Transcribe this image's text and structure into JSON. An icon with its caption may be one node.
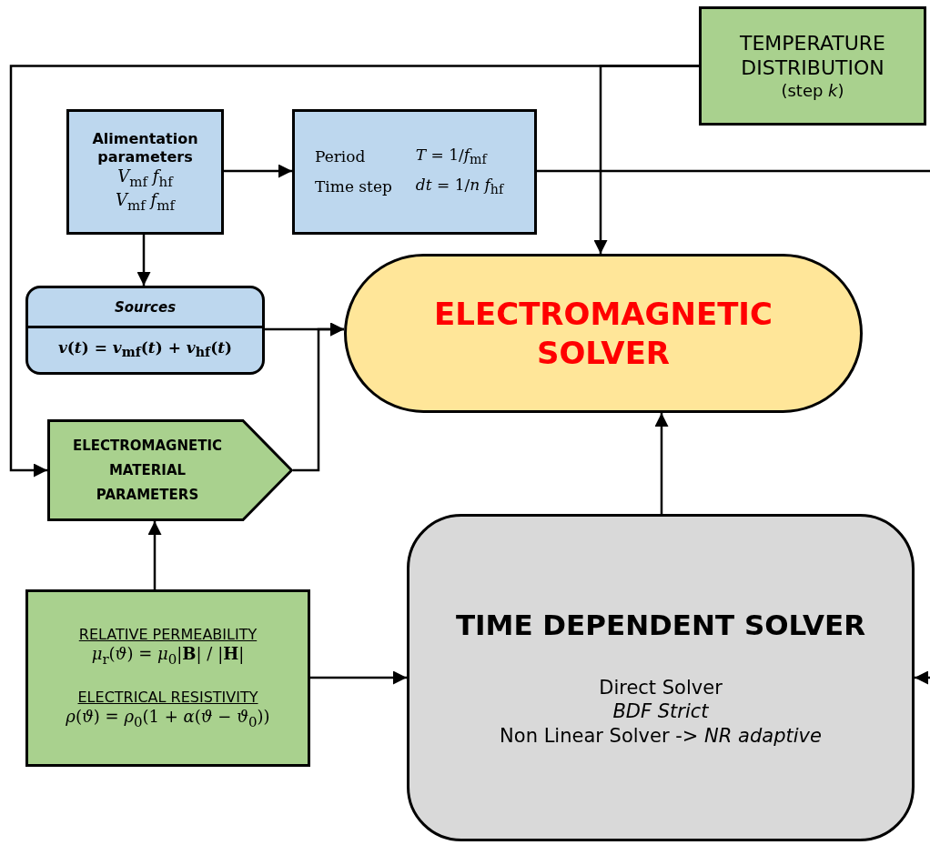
{
  "diagram": {
    "nodes": [
      {
        "text": [
          "TEMPERATURE DISTRIBUTION",
          "(step *k*)"
        ]
      },
      {
        "text": [
          "Alimentation parameters",
          "*V*$_{mf}$ *f*$_{hf}$",
          "*V*$_{mf}$ *f*$_{mf}$"
        ]
      },
      {
        "text": [
          "Period",
          "*T* = 1/*f*$_{mf}$",
          "Time step",
          "*dt* = 1/*n f*$_{hf}$"
        ]
      },
      {
        "text": [
          "Sources",
          "*v*(*t*) = *v*$_{mf}$(*t*) + *v*$_{hf}$(*t*)"
        ]
      },
      {
        "text": [
          "ELECTROMAGNETIC SOLVER"
        ]
      },
      {
        "text": [
          "ELECTROMAGNETIC MATERIAL PARAMETERS"
        ]
      },
      {
        "text": [
          "RELATIVE PERMEABILITY",
          "*μ*$_{r}$(*ϑ*) = *μ*$_{0}$|**B**| / |**H**|",
          "ELECTRICAL RESISTIVITY",
          "*ρ*(*ϑ*) = *ρ*$_{0}$(1 + *α*(*ϑ* − *ϑ*$_{0}$))"
        ]
      },
      {
        "text": [
          "TIME DEPENDENT SOLVER",
          "Direct Solver",
          "BDF Strict",
          "Non Linear Solver -> *NR adaptive*"
        ]
      }
    ],
    "edges": [
      {
        "from": 0,
        "to": 4,
        "arrow": "to"
      },
      {
        "from": 0,
        "to": 5,
        "arrow": "to"
      },
      {
        "from": 1,
        "to": 2,
        "arrow": "to"
      },
      {
        "from": 1,
        "to": 3,
        "arrow": "to"
      },
      {
        "from": 2,
        "to": null,
        "arrow": "none"
      },
      {
        "from": 3,
        "to": 4,
        "arrow": "to"
      },
      {
        "from": 5,
        "to": 4,
        "arrow": "to"
      },
      {
        "from": 6,
        "to": 5,
        "arrow": "to"
      },
      {
        "from": 6,
        "to": 7,
        "arrow": "to"
      },
      {
        "from": 7,
        "to": 4,
        "arrow": "to"
      },
      {
        "from": null,
        "to": 7,
        "arrow": "to"
      }
    ]
  }
}
